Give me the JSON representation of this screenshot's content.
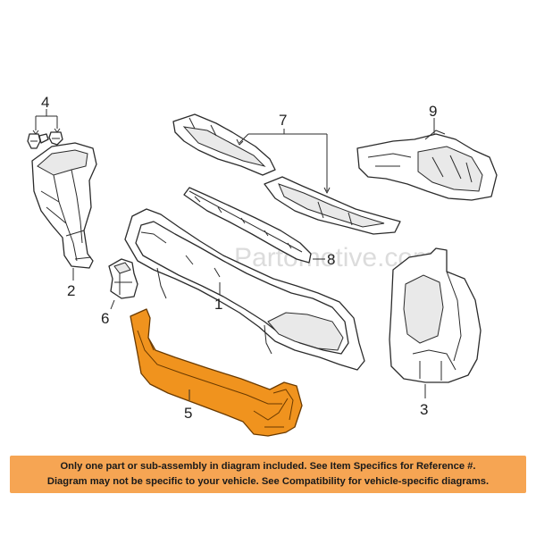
{
  "watermark": "Partomotive.com",
  "callouts": {
    "c1": "1",
    "c2": "2",
    "c3": "3",
    "c4": "4",
    "c5": "5",
    "c6": "6",
    "c7": "7",
    "c8": "8",
    "c9": "9"
  },
  "colors": {
    "highlight_part": "#f0931e",
    "footer_background": "#f6a553",
    "line": "#2b2b2b"
  },
  "footer": {
    "line1": "Only one part or sub-assembly in diagram included. See Item Specifics for Reference #.",
    "line2": "Diagram may not be specific to your vehicle. See Compatibility for vehicle-specific diagrams."
  }
}
